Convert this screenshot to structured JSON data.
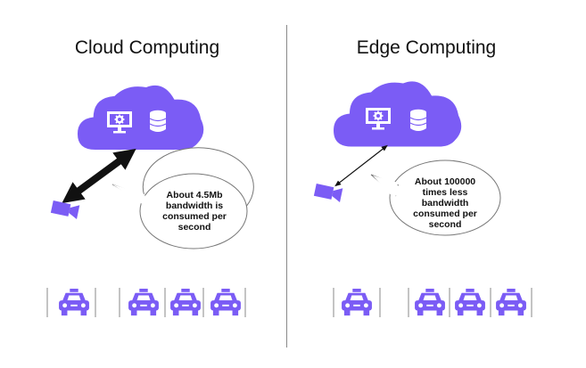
{
  "colors": {
    "accent": "#7b5cf5",
    "line": "#111111",
    "divider": "#8a8a8a"
  },
  "left": {
    "title": "Cloud Computing",
    "bubble_text": "About 4.5Mb bandwidth is consumed per second",
    "icons": [
      "cloud-icon",
      "monitor-gear-icon",
      "database-icon",
      "camera-icon",
      "car-icon"
    ]
  },
  "right": {
    "title": "Edge Computing",
    "bubble_text": "About 100000 times less bandwidth consumed per second",
    "icons": [
      "cloud-icon",
      "monitor-gear-icon",
      "database-icon",
      "camera-icon",
      "car-icon"
    ]
  }
}
